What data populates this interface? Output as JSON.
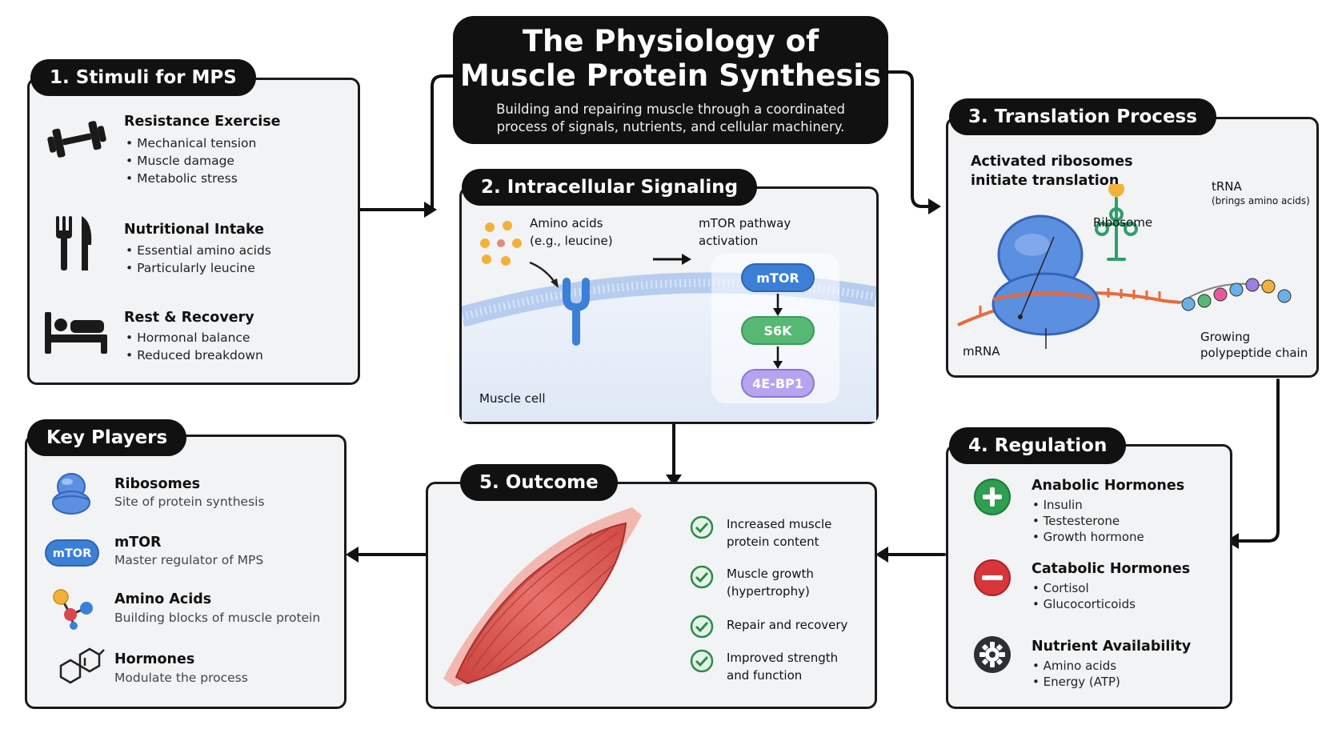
{
  "title": {
    "line1": "The Physiology of",
    "line2": "Muscle Protein Synthesis",
    "subtitle_line1": "Building and repairing muscle through a coordinated",
    "subtitle_line2": "process of signals, nutrients, and cellular machinery."
  },
  "stimuli": {
    "tag": "1. Stimuli for MPS",
    "items": [
      {
        "heading": "Resistance Exercise",
        "bullets": [
          "• Mechanical tension",
          "• Muscle damage",
          "• Metabolic stress"
        ],
        "icon": "dumbbell-icon"
      },
      {
        "heading": "Nutritional Intake",
        "bullets": [
          "• Essential amino acids",
          "• Particularly leucine"
        ],
        "icon": "fork-knife-icon"
      },
      {
        "heading": "Rest & Recovery",
        "bullets": [
          "• Hormonal balance",
          "• Reduced breakdown"
        ],
        "icon": "bed-icon"
      }
    ]
  },
  "signaling": {
    "tag": "2. Intracellular Signaling",
    "amino_label1": "Amino acids",
    "amino_label2": "(e.g., leucine)",
    "mtor_label1": "mTOR pathway",
    "mtor_label2": "activation",
    "cascade": [
      "mTOR",
      "S6K",
      "4E-BP1"
    ],
    "cell_label": "Muscle cell"
  },
  "translation": {
    "tag": "3. Translation Process",
    "intro1": "Activated ribosomes",
    "intro2": "initiate translation",
    "ribosome": "Ribosome",
    "trna": "tRNA",
    "trna_note": "(brings amino acids)",
    "mrna": "mRNA",
    "chain1": "Growing",
    "chain2": "polypeptide chain"
  },
  "regulation": {
    "tag": "4. Regulation",
    "items": [
      {
        "heading": "Anabolic Hormones",
        "bullets": [
          "• Insulin",
          "• Testesterone",
          "• Growth hormone"
        ],
        "icon": "plus-icon",
        "color": "#2e9e4f"
      },
      {
        "heading": "Catabolic Hormones",
        "bullets": [
          "• Cortisol",
          "• Glucocorticoids"
        ],
        "icon": "minus-icon",
        "color": "#d8363a"
      },
      {
        "heading": "Nutrient Availability",
        "bullets": [
          "• Amino acids",
          "• Energy (ATP)"
        ],
        "icon": "gear-icon",
        "color": "#2b2f36"
      }
    ]
  },
  "outcome": {
    "tag": "5. Outcome",
    "items": [
      {
        "l1": "Increased muscle",
        "l2": "protein content"
      },
      {
        "l1": "Muscle growth",
        "l2": "(hypertrophy)"
      },
      {
        "l1": "Repair and recovery",
        "l2": ""
      },
      {
        "l1": "Improved strength",
        "l2": "and function"
      }
    ]
  },
  "key_players": {
    "tag": "Key Players",
    "items": [
      {
        "name": "Ribosomes",
        "desc": "Site of protein synthesis",
        "icon": "ribosome-icon"
      },
      {
        "name": "mTOR",
        "desc": "Master regulator of MPS",
        "icon": "mtor-badge-icon",
        "badge": "mTOR"
      },
      {
        "name": "Amino Acids",
        "desc": "Building blocks of muscle protein",
        "icon": "amino-acid-icon"
      },
      {
        "name": "Hormones",
        "desc": "Modulate the process",
        "icon": "hormone-molecule-icon"
      }
    ]
  },
  "colors": {
    "mtor": "#3b7fd6",
    "s6k": "#46b06a",
    "ebp": "#9a7fe0",
    "muscle": "#e0605a",
    "check": "#2e8a4a"
  }
}
